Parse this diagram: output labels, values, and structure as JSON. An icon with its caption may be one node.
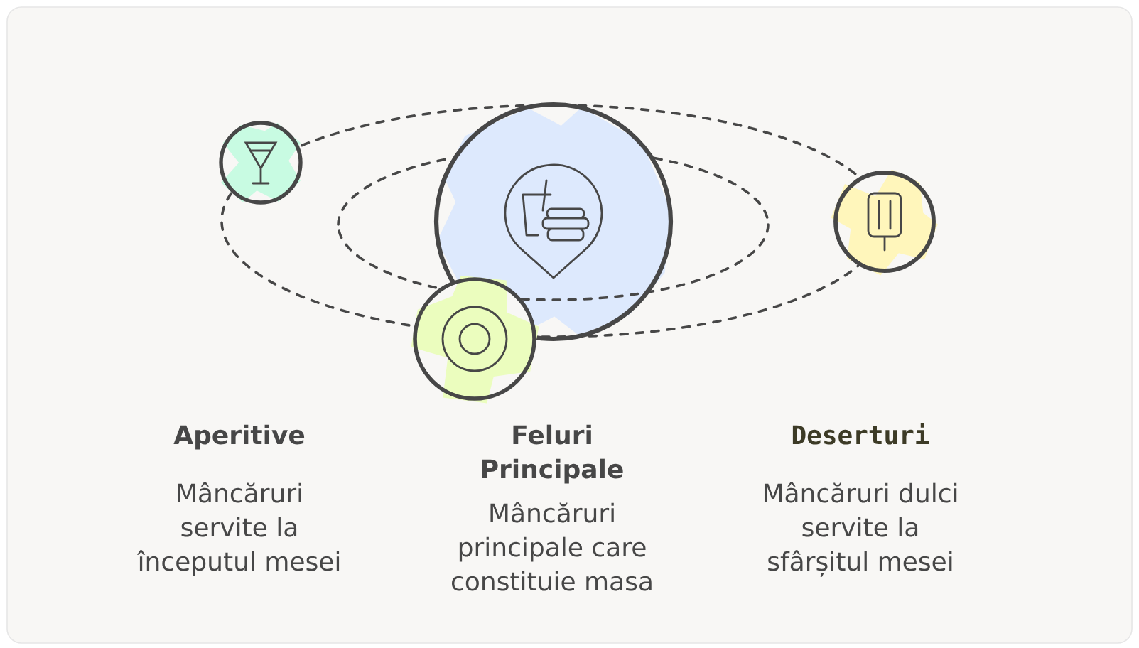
{
  "diagram": {
    "labels": [
      "Aperitive",
      "Mâncăruri servite la începutul mesei",
      "Feluri Principale",
      "Mâncăruri principale care constituie masa",
      "Deserturi",
      "Mâncăruri dulci servite la sfârșitul mesei"
    ]
  }
}
